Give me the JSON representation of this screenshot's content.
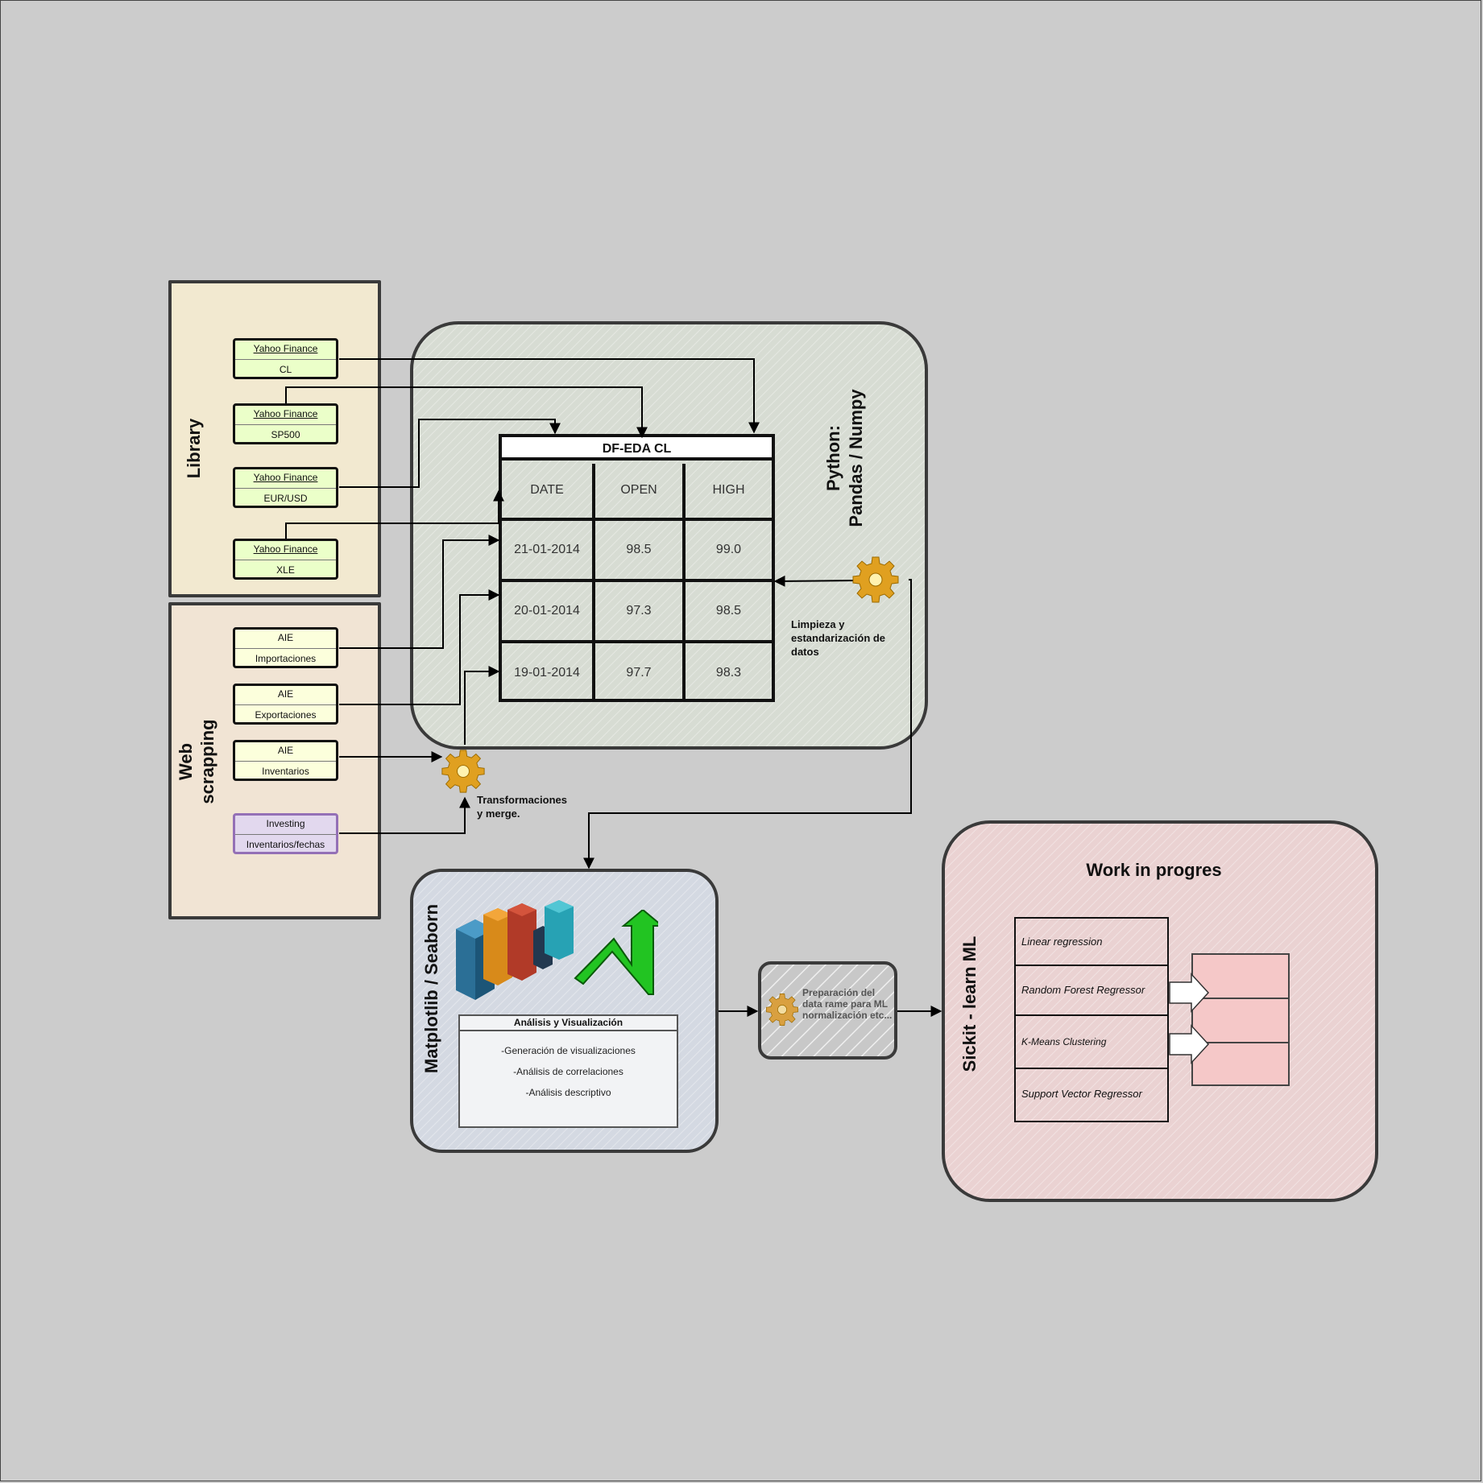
{
  "library": {
    "title": "Library",
    "items": [
      {
        "top": "Yahoo Finance",
        "bottom": "CL"
      },
      {
        "top": "Yahoo Finance",
        "bottom": "SP500"
      },
      {
        "top": "Yahoo Finance",
        "bottom": "EUR/USD"
      },
      {
        "top": "Yahoo Finance",
        "bottom": "XLE"
      }
    ]
  },
  "webscraping": {
    "title_line1": "Web",
    "title_line2": "scrapping",
    "items": [
      {
        "top": "AIE",
        "bottom": "Importaciones"
      },
      {
        "top": "AIE",
        "bottom": "Exportaciones"
      },
      {
        "top": "AIE",
        "bottom": "Inventarios"
      },
      {
        "top": "Investing",
        "bottom": "Inventarios/fechas"
      }
    ]
  },
  "python": {
    "title_line1": "Python:",
    "title_line2": "Pandas / Numpy",
    "table": {
      "title": "DF-EDA CL",
      "headers": [
        "DATE",
        "OPEN",
        "HIGH"
      ],
      "rows": [
        [
          "21-01-2014",
          "98.5",
          "99.0"
        ],
        [
          "20-01-2014",
          "97.3",
          "98.5"
        ],
        [
          "19-01-2014",
          "97.7",
          "98.3"
        ]
      ]
    },
    "cleaning_label": "Limpieza y estandarización de datos"
  },
  "transform_label_line1": "Transformaciones",
  "transform_label_line2": "y merge.",
  "viz": {
    "title": "Matplotlib / Seaborn",
    "box_title": "Análisis y Visualización",
    "lines": [
      "-Generación de visualizaciones",
      "-Análisis de correlaciones",
      "-Análisis descriptivo"
    ]
  },
  "prep": {
    "label": "Preparación del data rame para ML normalización etc..."
  },
  "ml": {
    "title": "Work in progres",
    "side_title": "Sickit - learn  ML",
    "models": [
      "Linear regression",
      "Random Forest Regressor",
      "K-Means Clustering",
      "Support Vector Regressor"
    ]
  },
  "icons": [
    "gear-icon",
    "bar-chart-icon",
    "trend-arrow-icon"
  ],
  "colors": {
    "background": "#cccccc",
    "library_panel": "#f2e9d0",
    "web_panel": "#f1e4d4",
    "python_panel": "#d7dcd3",
    "viz_panel": "#d4d9e2",
    "ml_panel": "#ead2d2",
    "green_box": "#ebffc9",
    "yellow_box": "#fcffdc",
    "purple_box": "#e2d8ee"
  }
}
